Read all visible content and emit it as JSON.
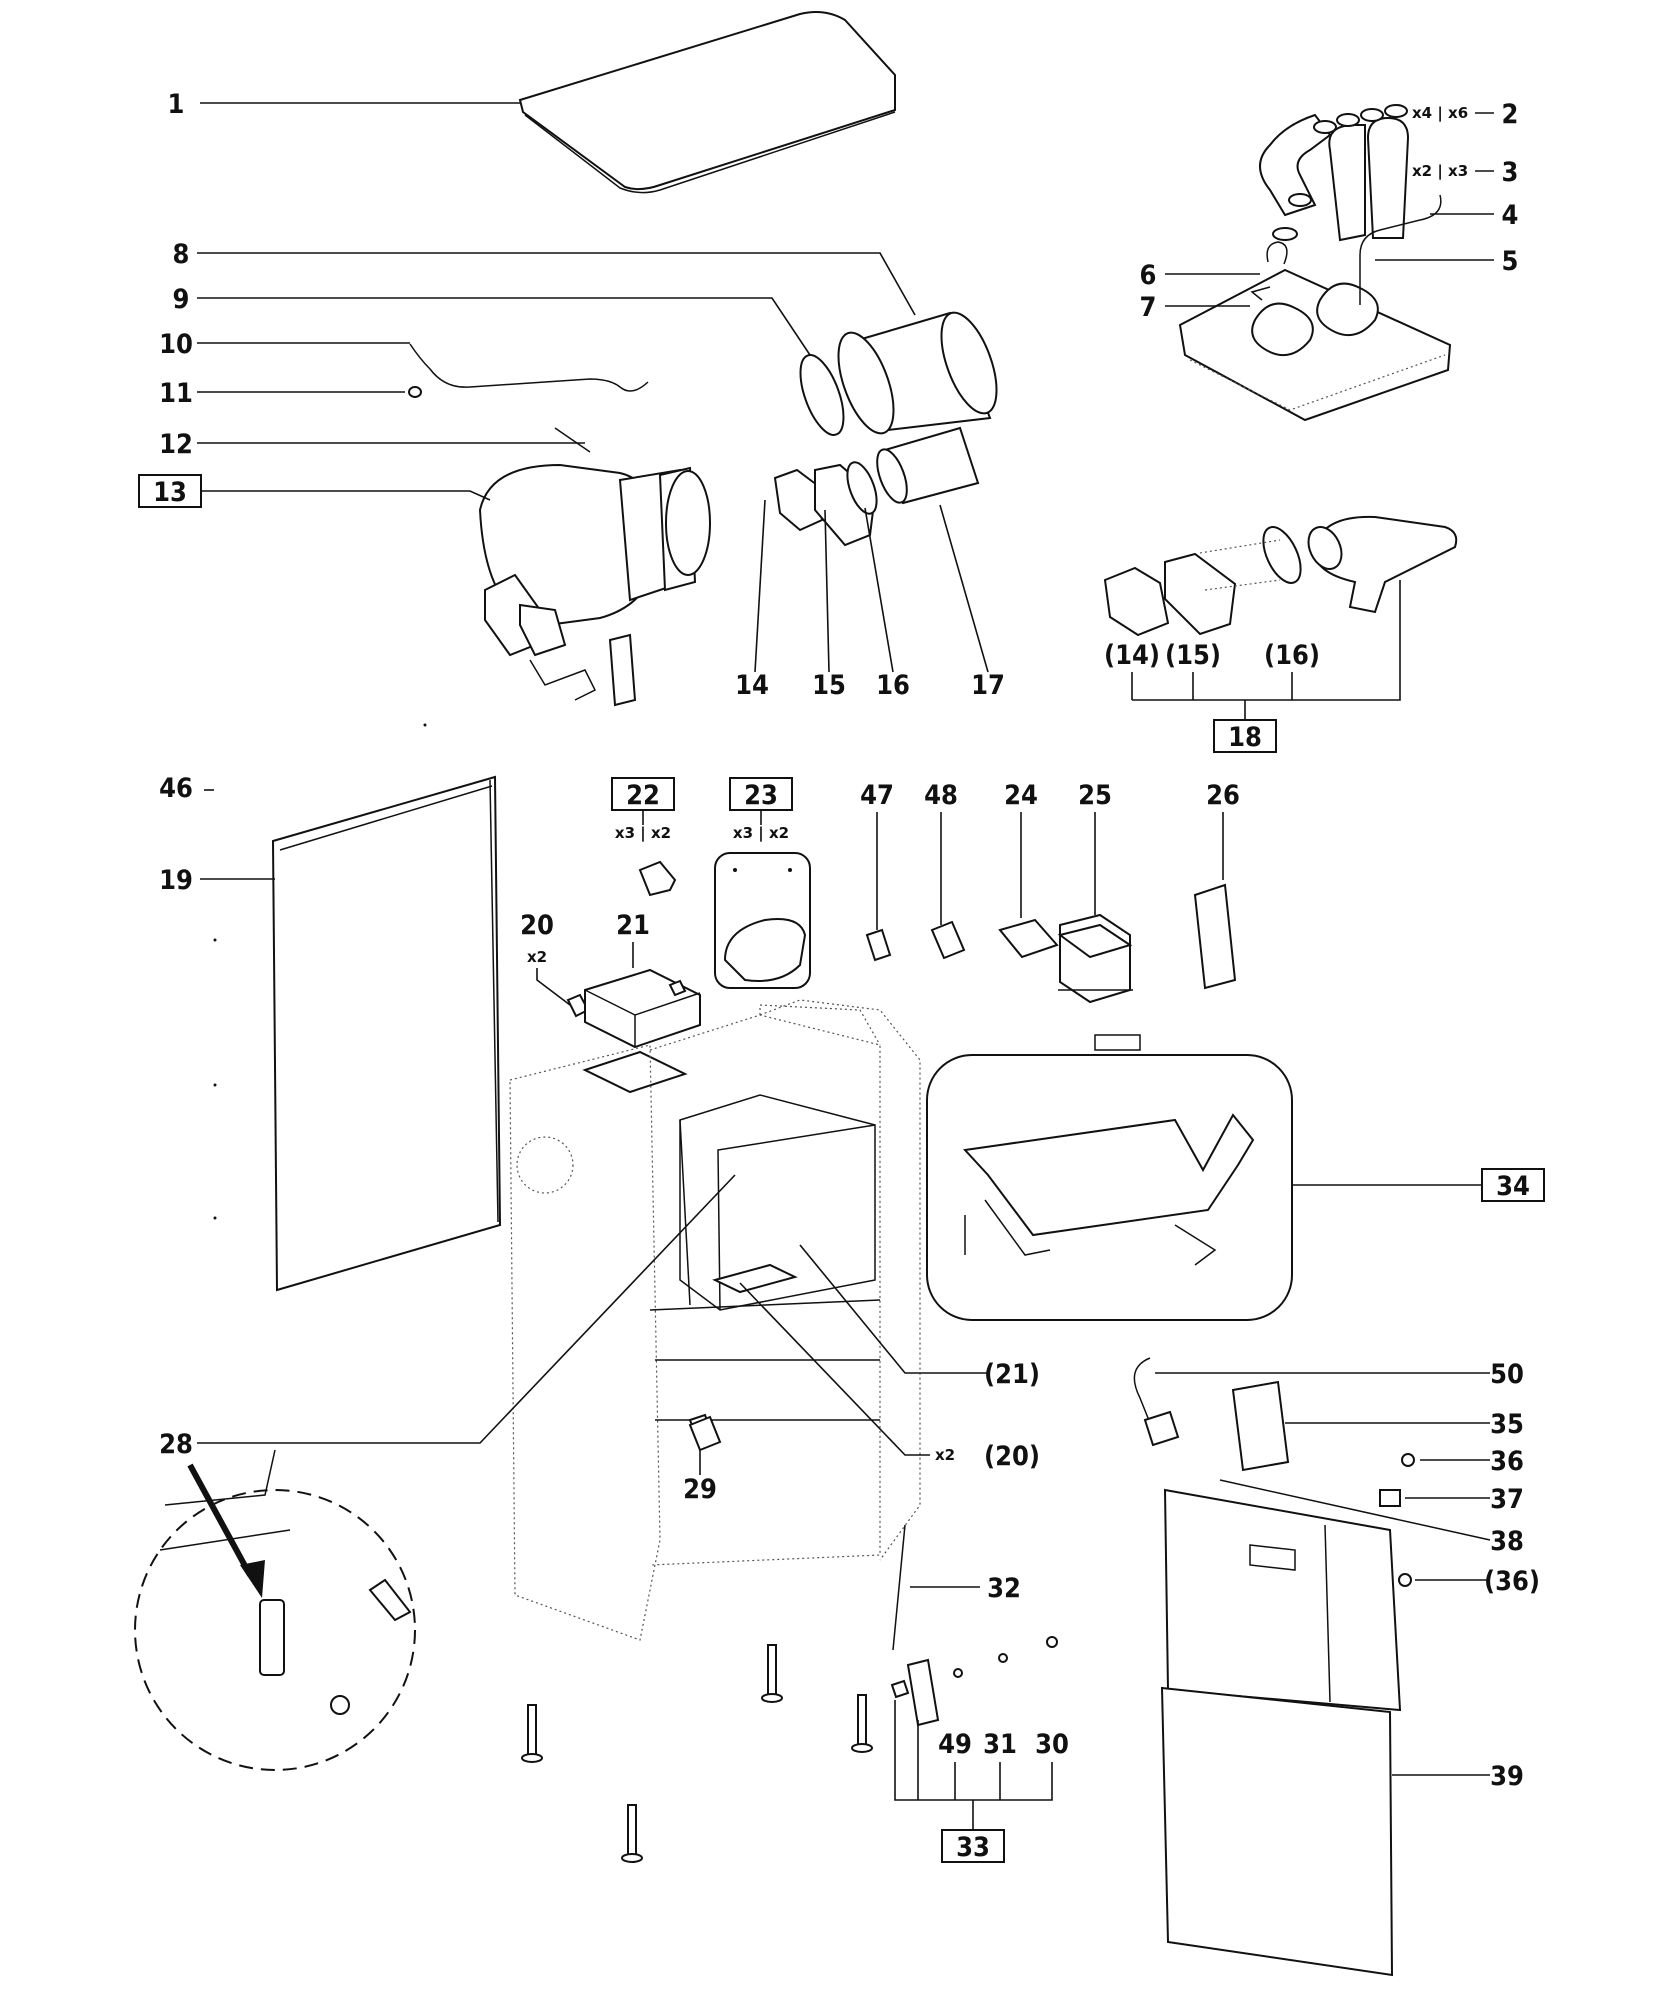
{
  "labels": {
    "l1": "1",
    "l2": "2",
    "l3": "3",
    "l4": "4",
    "l5": "5",
    "l6": "6",
    "l7": "7",
    "l8": "8",
    "l9": "9",
    "l10": "10",
    "l11": "11",
    "l12": "12",
    "l13": "13",
    "l14": "14",
    "l15": "15",
    "l16": "16",
    "l17": "17",
    "l18": "18",
    "l19": "19",
    "l20": "20",
    "l21": "21",
    "l22": "22",
    "l23": "23",
    "l24": "24",
    "l25": "25",
    "l26": "26",
    "l28": "28",
    "l29": "29",
    "l30": "30",
    "l31": "31",
    "l32": "32",
    "l33": "33",
    "l34": "34",
    "l35": "35",
    "l36": "36",
    "l37": "37",
    "l38": "38",
    "l39": "39",
    "l46": "46",
    "l47": "47",
    "l48": "48",
    "l49": "49",
    "l50": "50",
    "p14": "(14)",
    "p15": "(15)",
    "p16": "(16)",
    "p20": "(20)",
    "p21": "(21)",
    "p36": "(36)"
  },
  "quantities": {
    "q2": "x4 | x6",
    "q3": "x2 | x3",
    "q20": "x2",
    "q22": "x3 | x2",
    "q23": "x3 | x2",
    "q20b": "x2"
  }
}
